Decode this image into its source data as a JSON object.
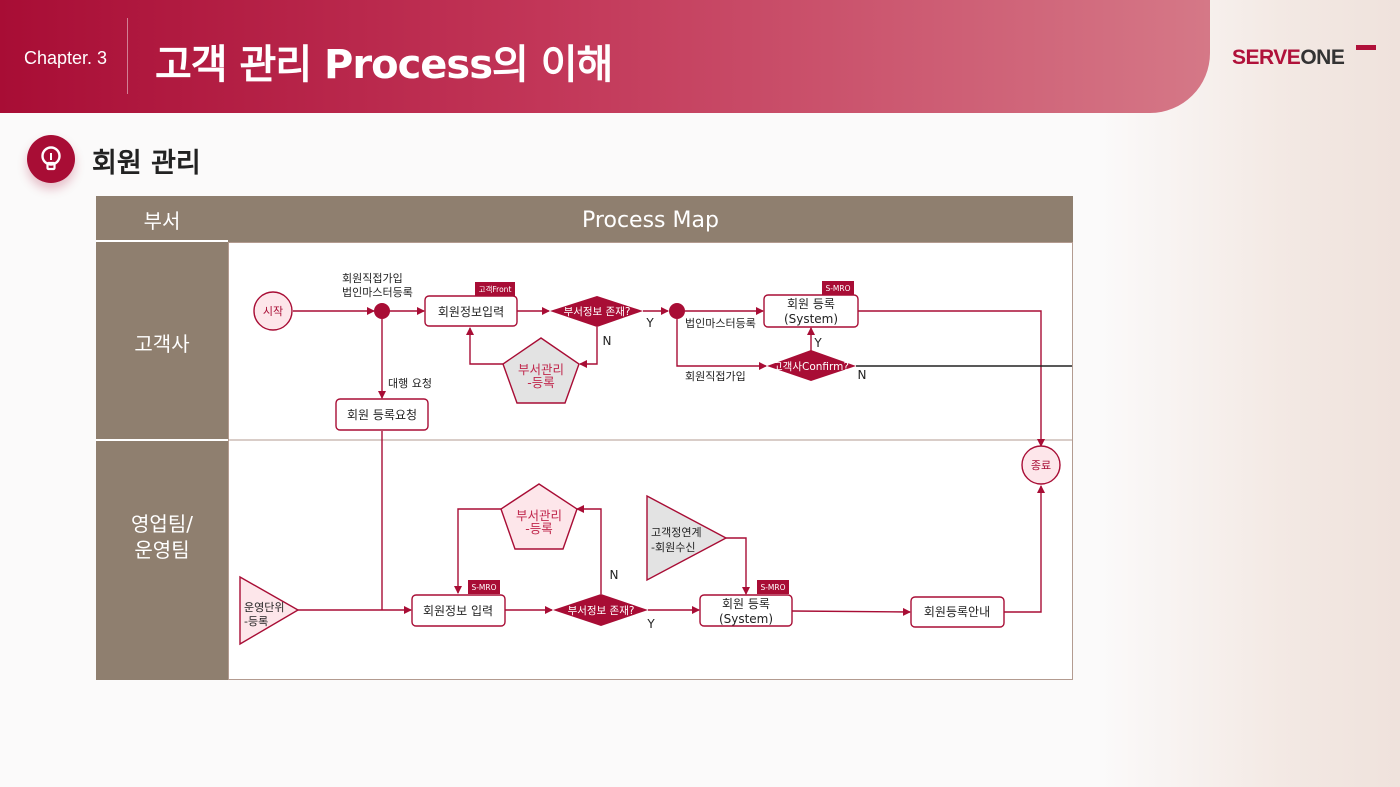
{
  "header": {
    "chapter": "Chapter. 3",
    "title": "고객 관리 Process의 이해"
  },
  "logo": {
    "serve": "SERVE",
    "one": "ONE"
  },
  "section": {
    "title": "회원 관리"
  },
  "table": {
    "dept_header": "부서",
    "map_header": "Process Map",
    "lanes": [
      "고객사",
      "영업팀/\n운영팀"
    ]
  },
  "diagram": {
    "start": "시작",
    "end": "종료",
    "label_direct_join_1": "회원직접가입",
    "label_direct_join_2": "법인마스터등록",
    "label_proxy": "대행 요청",
    "label_corp_master": "법인마스터등록",
    "label_direct_join": "회원직접가입",
    "member_info_input": "회원정보입력",
    "member_reg_request": "회원 등록요청",
    "dept_exists": "부서정보 존재?",
    "dept_mgmt_1": "부서관리",
    "dept_mgmt_2": "-등록",
    "member_reg_line1": "회원 등록",
    "member_reg_line2": "(System)",
    "customer_confirm": "고객사Confirm?",
    "tag_front": "고객Front",
    "tag_smro": "S-MRO",
    "yes": "Y",
    "no": "N",
    "ops_unit_1": "운영단위",
    "ops_unit_2": "-등록",
    "member_info_input2": "회원정보 입력",
    "customer_link_1": "고객정연계",
    "customer_link_2": "-회원수신",
    "member_reg_notice": "회원등록안내"
  },
  "colors": {
    "brand": "#a80d35",
    "lane": "#8f7f6f",
    "light_pink": "#fde6ea",
    "gray_shape": "#e3e3e3"
  }
}
